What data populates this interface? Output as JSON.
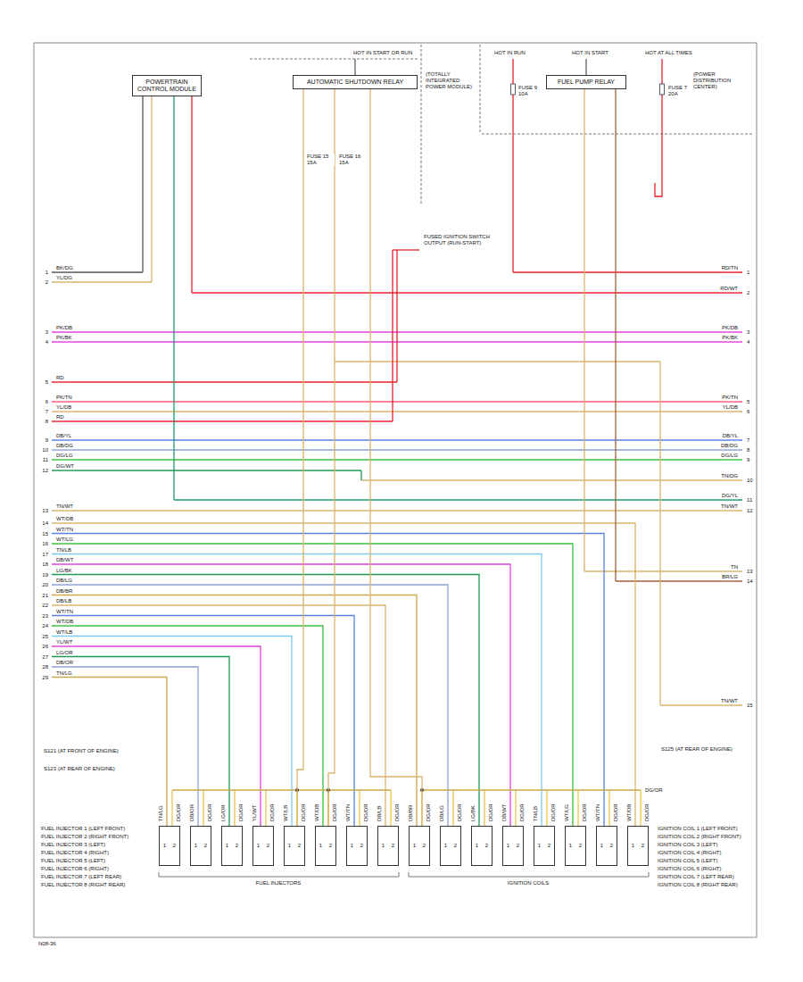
{
  "diagram": {
    "nodes": [
      {
        "text": [
          "POWERTRAIN CONTROL MODULE"
        ]
      },
      {
        "text": [
          "AUTOMATIC SHUTDOWN RELAY"
        ]
      },
      {
        "text": [
          "FUEL PUMP RELAY"
        ]
      },
      {
        "text": [
          "1",
          "2"
        ]
      },
      {
        "text": [
          "1",
          "2"
        ]
      },
      {
        "text": [
          "1",
          "2"
        ]
      },
      {
        "text": [
          "1",
          "2"
        ]
      },
      {
        "text": [
          "1",
          "2"
        ]
      },
      {
        "text": [
          "1",
          "2"
        ]
      },
      {
        "text": [
          "1",
          "2"
        ]
      },
      {
        "text": [
          "1",
          "2"
        ]
      },
      {
        "text": [
          "1",
          "2"
        ]
      },
      {
        "text": [
          "1",
          "2"
        ]
      },
      {
        "text": [
          "1",
          "2"
        ]
      },
      {
        "text": [
          "1",
          "2"
        ]
      },
      {
        "text": [
          "1",
          "2"
        ]
      },
      {
        "text": [
          "1",
          "2"
        ]
      },
      {
        "text": [
          "1",
          "2"
        ]
      },
      {
        "text": [
          "1",
          "2"
        ]
      }
    ],
    "edges": [
      {
        "from": 1,
        "to": 7,
        "arrow": "none"
      },
      {
        "from": 1,
        "to": 8,
        "arrow": "none"
      },
      {
        "from": 1,
        "to": 11,
        "arrow": "none"
      }
    ],
    "labels": [
      "HOT IN START OR RUN",
      "(TOTALLY INTEGRATED POWER MODULE)",
      "FUSE 15 15A",
      "FUSE 16 15A",
      "FUSED IGNITION SWITCH OUTPUT (RUN-START)",
      "HOT IN RUN",
      "HOT IN START",
      "HOT AT ALL TIMES",
      "FUSE 9 10A",
      "FUSE 7 20A",
      "(POWER DISTRIBUTION CENTER)",
      "1",
      "BK/DG",
      "2",
      "YL/DG",
      "RD/TN",
      "1",
      "RD/WT",
      "2",
      "3",
      "PK/DB",
      "PK/DB",
      "3",
      "4",
      "PK/BK",
      "PK/BK",
      "4",
      "5",
      "RD",
      "6",
      "PK/TN",
      "PK/TN",
      "5",
      "7",
      "YL/DB",
      "YL/DB",
      "6",
      "8",
      "RD",
      "9",
      "DB/YL",
      "DB/YL",
      "7",
      "10",
      "DB/DG",
      "DB/DG",
      "8",
      "11",
      "DG/LG",
      "DG/LG",
      "9",
      "12",
      "DG/WT",
      "TN/DG",
      "10",
      "DG/YL",
      "11",
      "13",
      "TN/WT",
      "TN/WT",
      "12",
      "TN",
      "13",
      "BR/LG",
      "14",
      "TN/WT",
      "15",
      "14",
      "WT/DB",
      "15",
      "WT/TN",
      "16",
      "WT/LG",
      "17",
      "TN/LB",
      "18",
      "DB/WT",
      "19",
      "LG/BK",
      "20",
      "DB/LG",
      "21",
      "DB/BR",
      "22",
      "DB/LB",
      "23",
      "WT/TN",
      "24",
      "WT/DB",
      "25",
      "WT/LB",
      "26",
      "YL/WT",
      "27",
      "LG/OR",
      "28",
      "DB/OR",
      "29",
      "TN/LG",
      "TN/LG",
      "DG/OR",
      "DB/OR",
      "DG/OR",
      "LG/OR",
      "DG/OR",
      "YL/WT",
      "DG/OR",
      "WT/LB",
      "DG/OR",
      "WT/DB",
      "DG/OR",
      "WT/TN",
      "DG/OR",
      "DB/LB",
      "DG/OR",
      "DB/BR",
      "DG/OR",
      "DB/LG",
      "DG/OR",
      "LG/BK",
      "DG/OR",
      "DB/WT",
      "DG/OR",
      "TN/LB",
      "DG/OR",
      "WT/LG",
      "DG/OR",
      "WT/TN",
      "DG/OR",
      "WT/DB",
      "DG/OR",
      "S121 (AT FRONT OF ENGINE)",
      "S123 (AT REAR OF ENGINE)",
      "S125 (AT REAR OF ENGINE)",
      "DG/OR",
      "FUEL INJECTORS",
      "IGNITION COILS",
      "FUEL INJECTOR 1 (LEFT FRONT)",
      "FUEL INJECTOR 2 (RIGHT FRONT)",
      "FUEL INJECTOR 3 (LEFT)",
      "FUEL INJECTOR 4 (RIGHT)",
      "FUEL INJECTOR 5 (LEFT)",
      "FUEL INJECTOR 6 (RIGHT)",
      "FUEL INJECTOR 7 (LEFT REAR)",
      "FUEL INJECTOR 8 (RIGHT REAR)",
      "IGNITION COIL 1 (LEFT FRONT)",
      "IGNITION COIL 2 (RIGHT FRONT)",
      "IGNITION COIL 3 (LEFT)",
      "IGNITION COIL 4 (RIGHT)",
      "IGNITION COIL 5 (LEFT)",
      "IGNITION COIL 6 (RIGHT)",
      "IGNITION COIL 7 (LEFT REAR)",
      "IGNITION COIL 8 (RIGHT REAR)",
      "N08-36"
    ]
  }
}
